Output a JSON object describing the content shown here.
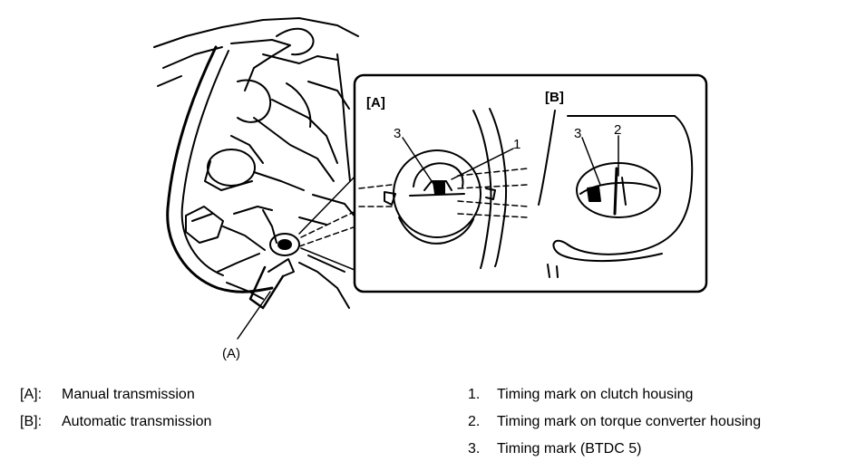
{
  "callouts": {
    "pointer_a": "(A)",
    "inset_a_tag": "[A]",
    "inset_b_tag": "[B]",
    "a_num_1": "1",
    "a_num_3": "3",
    "b_num_2": "2",
    "b_num_3": "3"
  },
  "legend_left": [
    {
      "key": "[A]:",
      "text": "Manual transmission"
    },
    {
      "key": "[B]:",
      "text": "Automatic transmission"
    }
  ],
  "legend_right": [
    {
      "key": "1.",
      "text": "Timing mark on clutch housing"
    },
    {
      "key": "2.",
      "text": "Timing mark on torque converter housing"
    },
    {
      "key": "3.",
      "text": "Timing mark (BTDC 5)"
    }
  ]
}
